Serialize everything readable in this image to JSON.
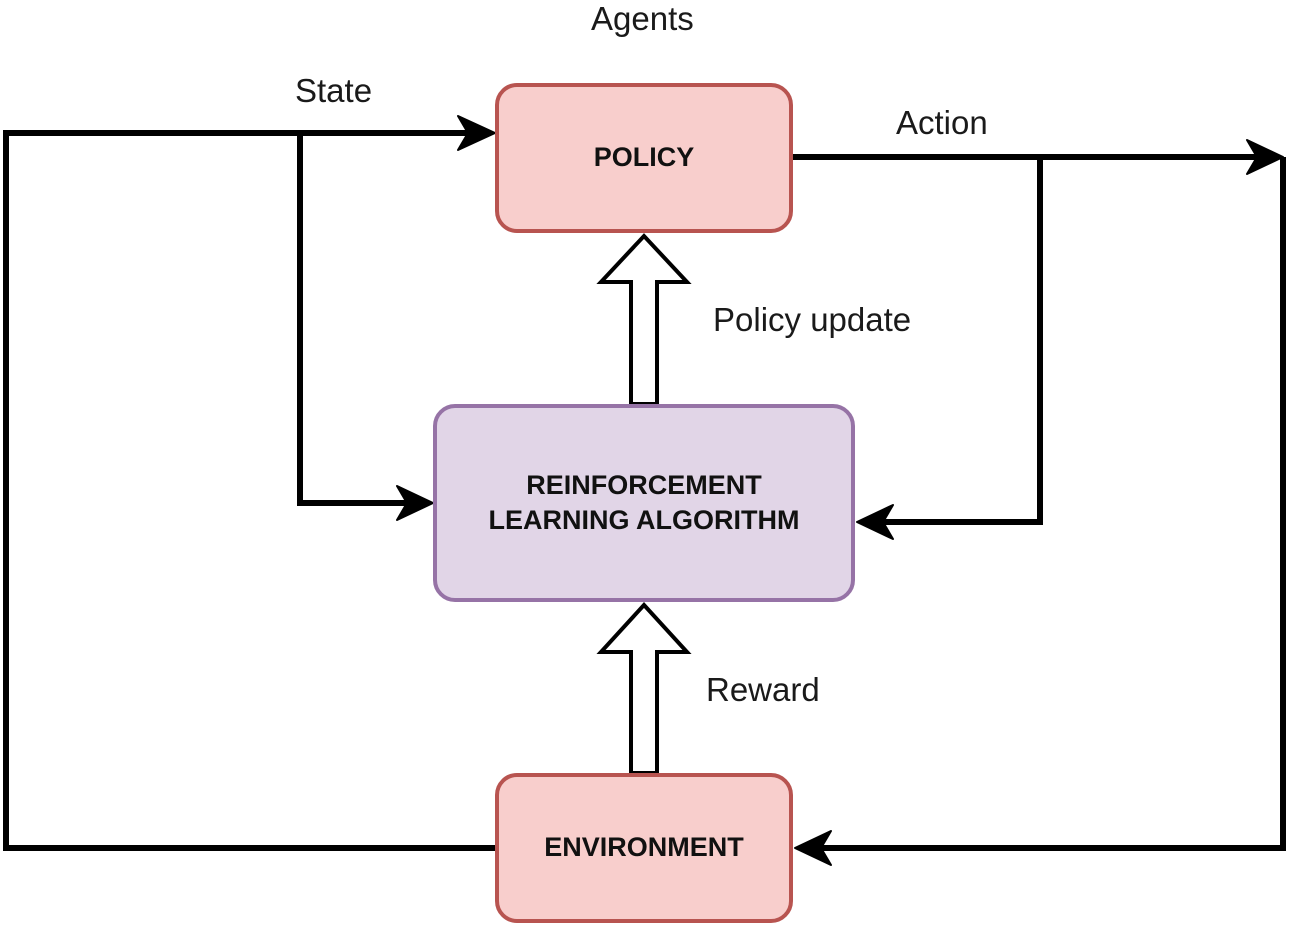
{
  "labels": {
    "agents": "Agents",
    "state": "State",
    "action": "Action",
    "policy_update": "Policy update",
    "reward": "Reward"
  },
  "nodes": {
    "policy": {
      "title": "POLICY"
    },
    "rl_algorithm": {
      "line1": "REINFORCEMENT",
      "line2": "LEARNING ALGORITHM"
    },
    "environment": {
      "title": "ENVIRONMENT"
    }
  },
  "colors": {
    "policy_fill": "#f8cecc",
    "policy_border": "#b85450",
    "rl_fill": "#e1d5e7",
    "rl_border": "#9673a6",
    "env_fill": "#f8cecc",
    "env_border": "#b85450",
    "line": "#000000"
  }
}
